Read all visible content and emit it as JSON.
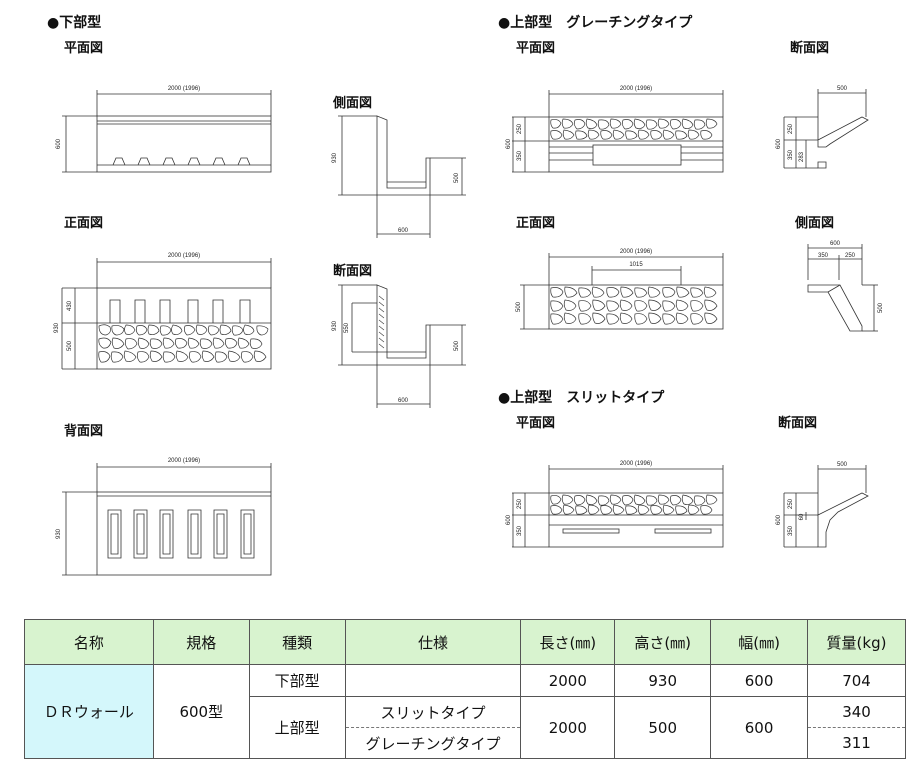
{
  "sections": {
    "lower_title": "●下部型",
    "upper_grating_title": "●上部型　グレーチングタイプ",
    "upper_slit_title": "●上部型　スリットタイプ"
  },
  "views": {
    "lower_plan": "平面図",
    "lower_side": "側面図",
    "lower_front": "正面図",
    "lower_section": "断面図",
    "lower_back": "背面図",
    "grating_plan": "平面図",
    "grating_section": "断面図",
    "grating_front": "正面図",
    "grating_side": "側面図",
    "slit_plan": "平面図",
    "slit_section": "断面図"
  },
  "dims": {
    "length": "2000 (1996)",
    "h600": "600",
    "h930": "930",
    "h500": "500",
    "h430": "430",
    "h550": "550",
    "h250": "250",
    "h350": "350",
    "h283": "283",
    "w600": "600",
    "w500": "500",
    "w350": "350",
    "w250": "250",
    "w1015": "1015",
    "h60": "60"
  },
  "table": {
    "headers": [
      "名称",
      "規格",
      "種類",
      "仕様",
      "長さ(㎜)",
      "高さ(㎜)",
      "幅(㎜)",
      "質量(kg)"
    ],
    "name": "ＤＲウォール",
    "spec": "600型",
    "lower": {
      "type": "下部型",
      "length": "2000",
      "height": "930",
      "width": "600",
      "mass": "704"
    },
    "upper": {
      "type": "上部型",
      "length": "2000",
      "height": "500",
      "width": "600",
      "slit": {
        "label": "スリットタイプ",
        "mass": "340"
      },
      "grating": {
        "label": "グレーチングタイプ",
        "mass": "311"
      }
    }
  }
}
